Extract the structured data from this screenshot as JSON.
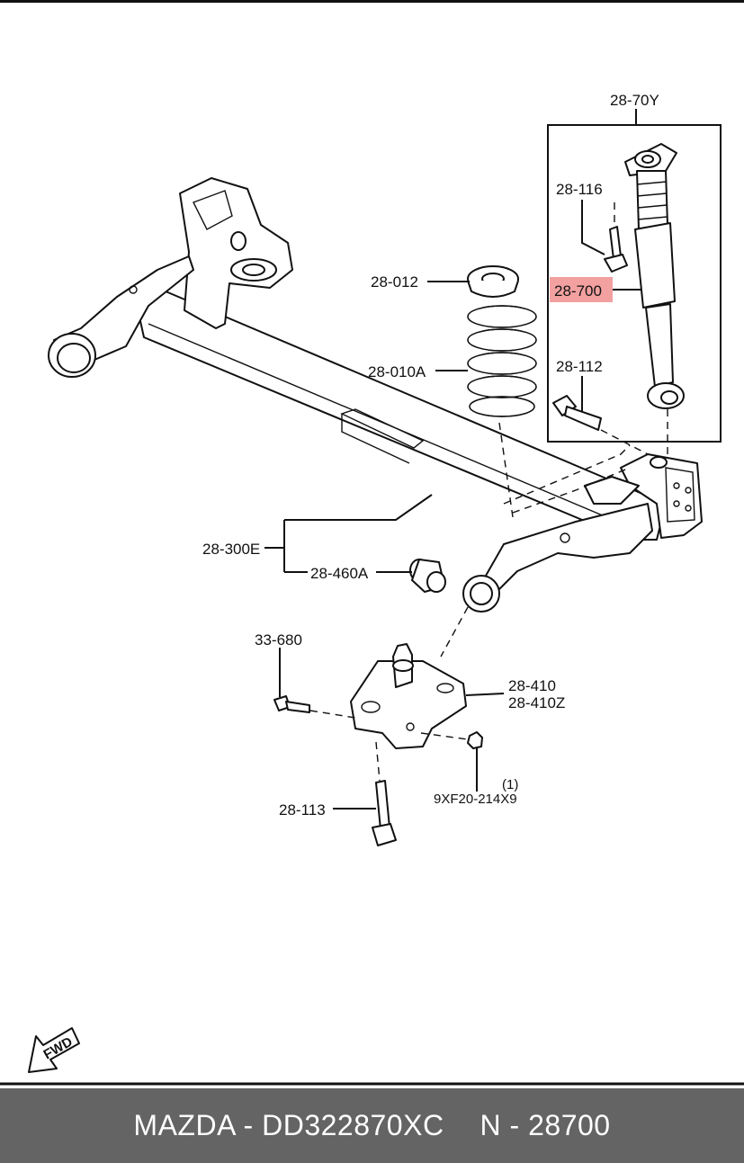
{
  "diagram": {
    "labels": {
      "l_28_70Y": "28-70Y",
      "l_28_116": "28-116",
      "l_28_700": "28-700",
      "l_28_112": "28-112",
      "l_28_012": "28-012",
      "l_28_010A": "28-010A",
      "l_28_300E": "28-300E",
      "l_28_460A": "28-460A",
      "l_33_680": "33-680",
      "l_28_410": "28-410",
      "l_28_410Z": "28-410Z",
      "l_qty": "(1)",
      "l_9XF20": "9XF20-214X9",
      "l_28_113": "28-113",
      "fwd": "FWD"
    },
    "highlight_color": "#f2a0a0"
  },
  "footer": {
    "brand_part": "MAZDA - DD322870XC",
    "ref": "N - 28700"
  }
}
